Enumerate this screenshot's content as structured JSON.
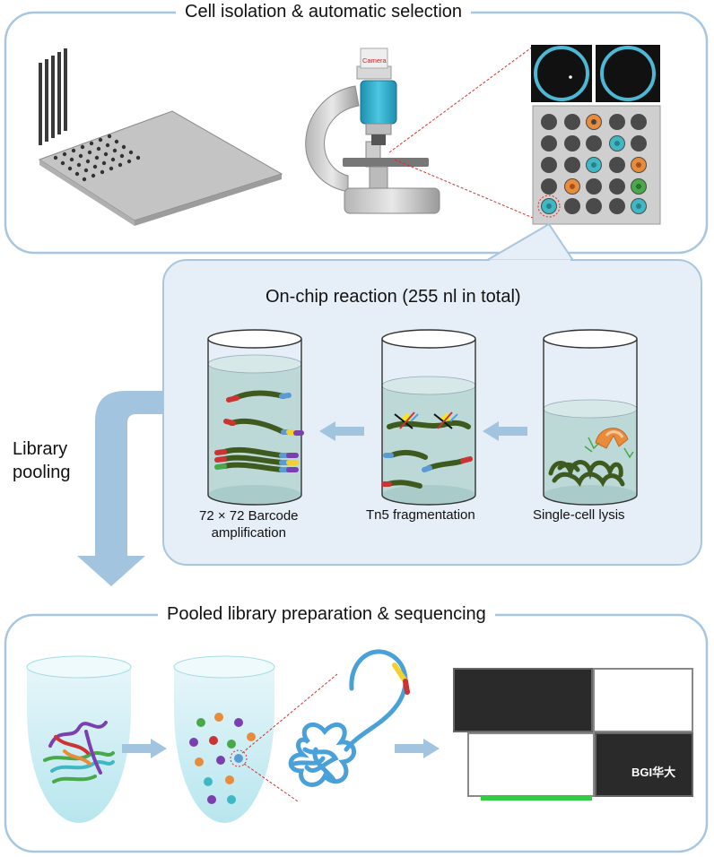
{
  "top_panel": {
    "title": "Cell isolation & automatic selection",
    "camera_label": "Camera"
  },
  "middle_panel": {
    "title": "On-chip reaction (255 nl in total)",
    "steps": [
      {
        "label": "72 × 72 Barcode\namplification"
      },
      {
        "label": "Tn5 fragmentation"
      },
      {
        "label": "Single-cell lysis"
      }
    ]
  },
  "side_label": "Library\npooling",
  "bottom_panel": {
    "title": "Pooled library preparation & sequencing",
    "logo_text": "BGI华大"
  },
  "colors": {
    "panel_border": "#a9c6df",
    "middle_fill": "#e6eef7",
    "arrow": "#a3c4de",
    "dna": "#3e5a1e",
    "liquid": "#bcd9d7",
    "well": "#4a4a4a",
    "cyan_cell": "#3fb8c4",
    "orange_cell": "#e88b3b",
    "green_cell": "#48a84a",
    "loop_blue": "#4aa0d8",
    "seq_green": "#33cc44"
  }
}
